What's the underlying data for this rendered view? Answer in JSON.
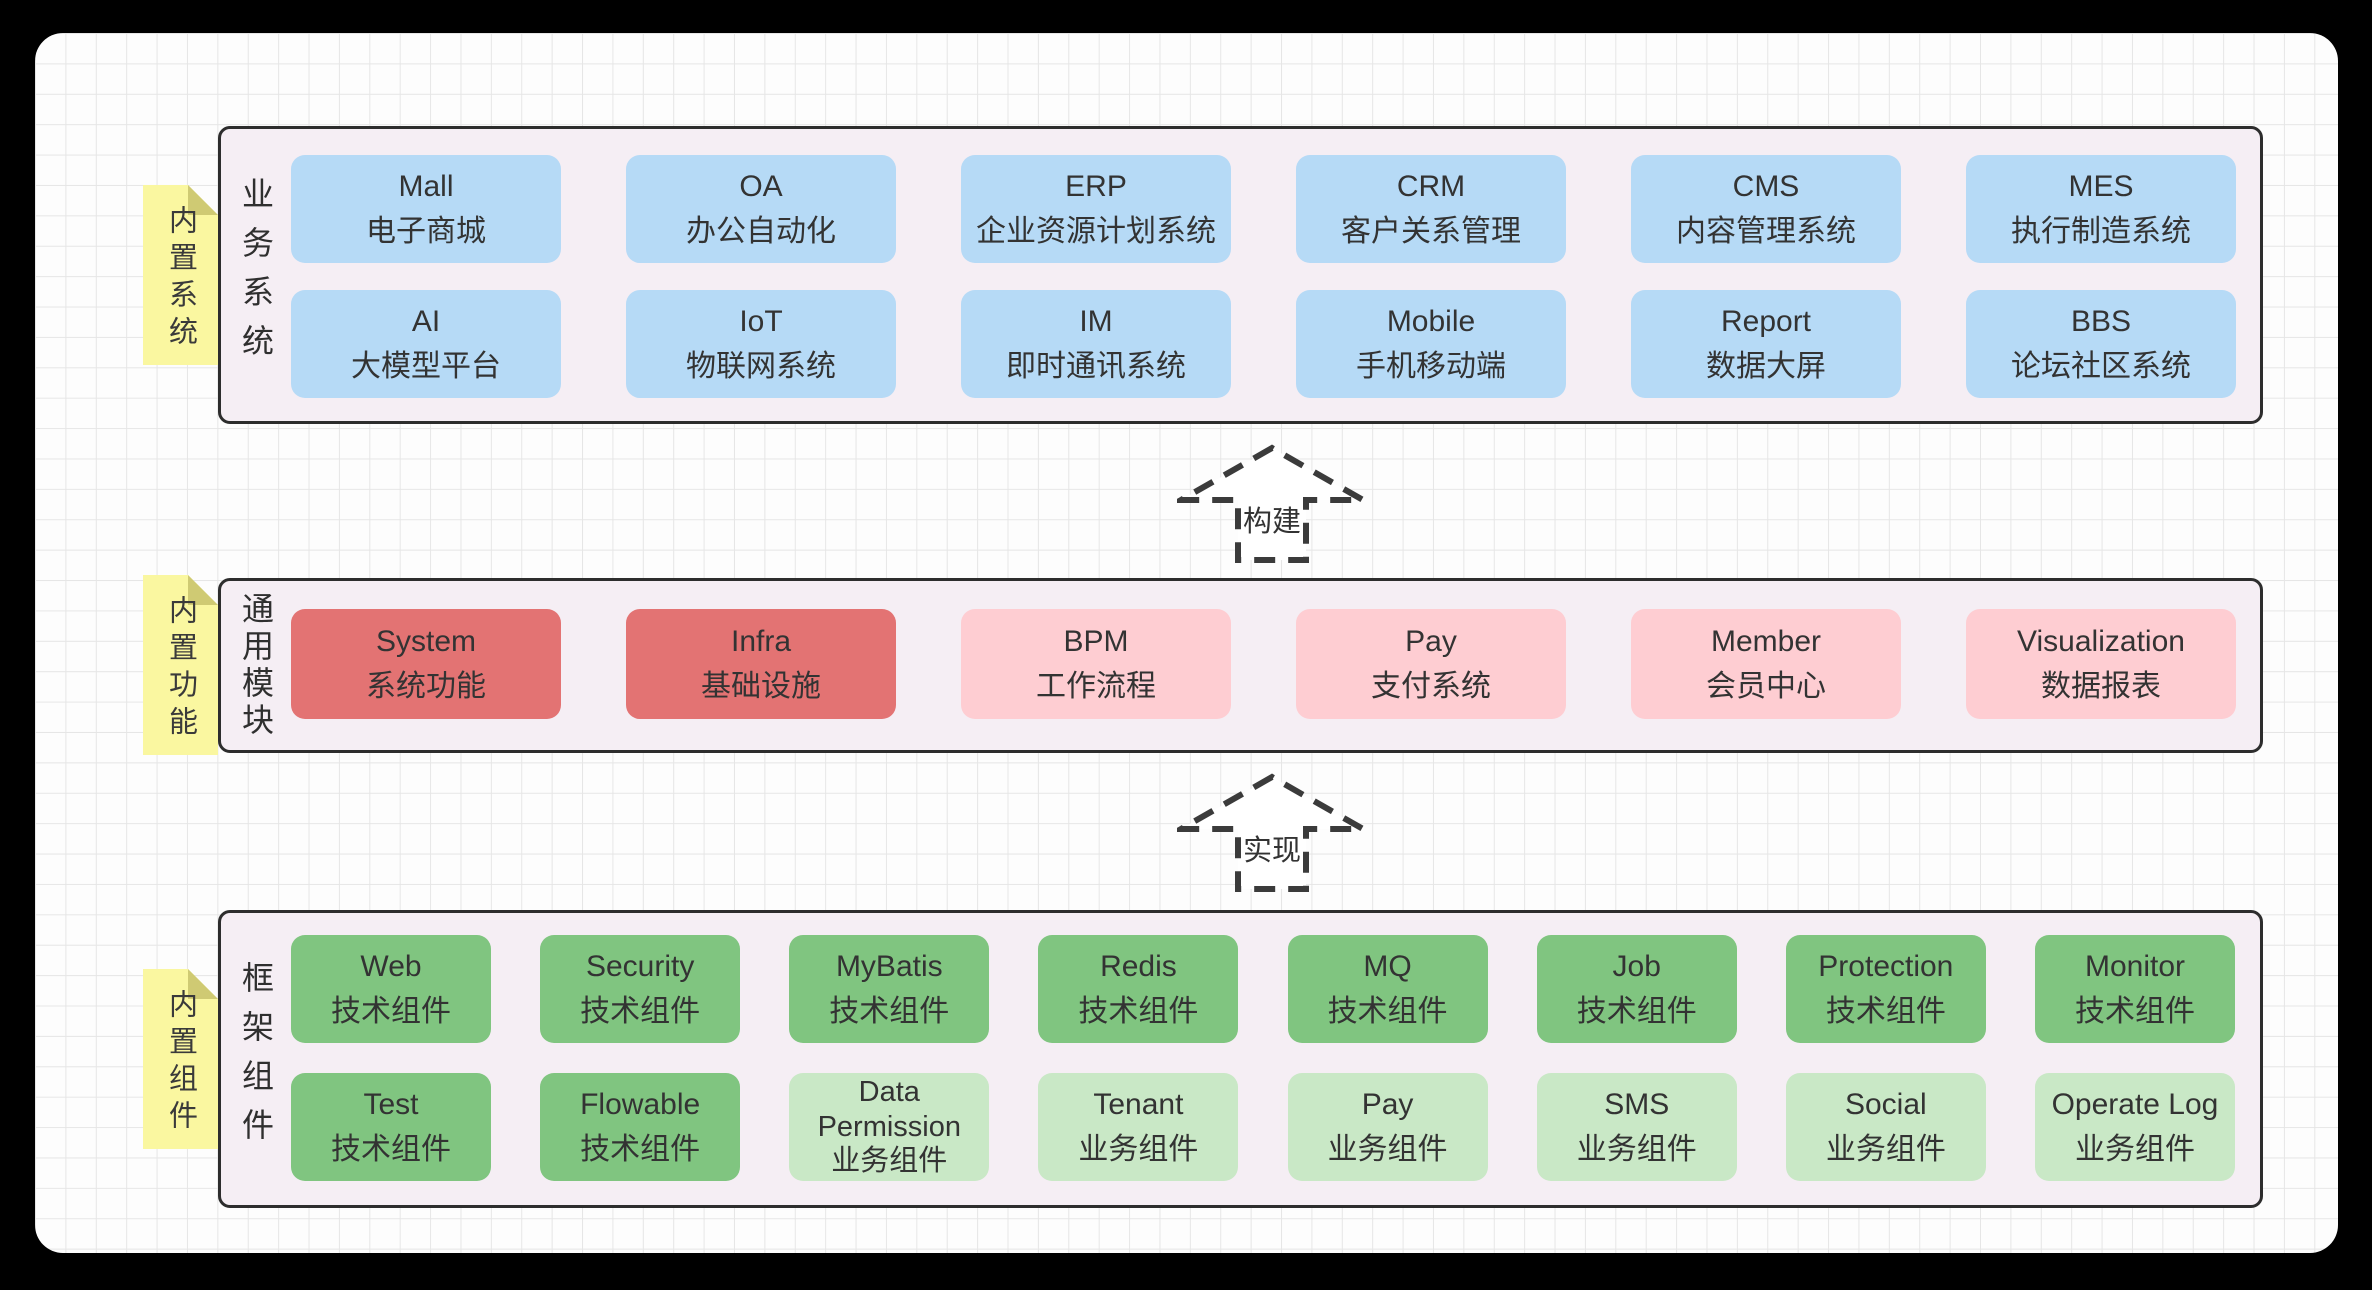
{
  "palette": {
    "business_box": "#B6DAF6",
    "module_box_dark": "#E37373",
    "module_box_light": "#FECDD2",
    "component_box_dark": "#80C580",
    "component_box_light": "#C9E8C6",
    "section_background": "#F5EEF4",
    "section_border": "#2D2D2D",
    "note_yellow": "#FAF7A0",
    "note_fold": "#CFCA73",
    "arrow_stroke": "#3B3B3B"
  },
  "sections": [
    {
      "tab": "内置系统",
      "label": "业务系统",
      "boxes": [
        {
          "en": "Mall",
          "zh": "电子商城"
        },
        {
          "en": "OA",
          "zh": "办公自动化"
        },
        {
          "en": "ERP",
          "zh": "企业资源计划系统"
        },
        {
          "en": "CRM",
          "zh": "客户关系管理"
        },
        {
          "en": "CMS",
          "zh": "内容管理系统"
        },
        {
          "en": "MES",
          "zh": "执行制造系统"
        },
        {
          "en": "AI",
          "zh": "大模型平台"
        },
        {
          "en": "IoT",
          "zh": "物联网系统"
        },
        {
          "en": "IM",
          "zh": "即时通讯系统"
        },
        {
          "en": "Mobile",
          "zh": "手机移动端"
        },
        {
          "en": "Report",
          "zh": "数据大屏"
        },
        {
          "en": "BBS",
          "zh": "论坛社区系统"
        }
      ]
    },
    {
      "tab": "内置功能",
      "label": "通用模块",
      "boxes": [
        {
          "en": "System",
          "zh": "系统功能"
        },
        {
          "en": "Infra",
          "zh": "基础设施"
        },
        {
          "en": "BPM",
          "zh": "工作流程"
        },
        {
          "en": "Pay",
          "zh": "支付系统"
        },
        {
          "en": "Member",
          "zh": "会员中心"
        },
        {
          "en": "Visualization",
          "zh": "数据报表"
        }
      ]
    },
    {
      "tab": "内置组件",
      "label": "框架组件",
      "boxes": [
        {
          "en": "Web",
          "zh": "技术组件"
        },
        {
          "en": "Security",
          "zh": "技术组件"
        },
        {
          "en": "MyBatis",
          "zh": "技术组件"
        },
        {
          "en": "Redis",
          "zh": "技术组件"
        },
        {
          "en": "MQ",
          "zh": "技术组件"
        },
        {
          "en": "Job",
          "zh": "技术组件"
        },
        {
          "en": "Protection",
          "zh": "技术组件"
        },
        {
          "en": "Monitor",
          "zh": "技术组件"
        },
        {
          "en": "Test",
          "zh": "技术组件"
        },
        {
          "en": "Flowable",
          "zh": "技术组件"
        },
        {
          "en": "Data Permission",
          "zh": "业务组件"
        },
        {
          "en": "Tenant",
          "zh": "业务组件"
        },
        {
          "en": "Pay",
          "zh": "业务组件"
        },
        {
          "en": "SMS",
          "zh": "业务组件"
        },
        {
          "en": "Social",
          "zh": "业务组件"
        },
        {
          "en": "Operate Log",
          "zh": "业务组件"
        }
      ]
    }
  ],
  "arrows": [
    {
      "label": "构建"
    },
    {
      "label": "实现"
    }
  ]
}
